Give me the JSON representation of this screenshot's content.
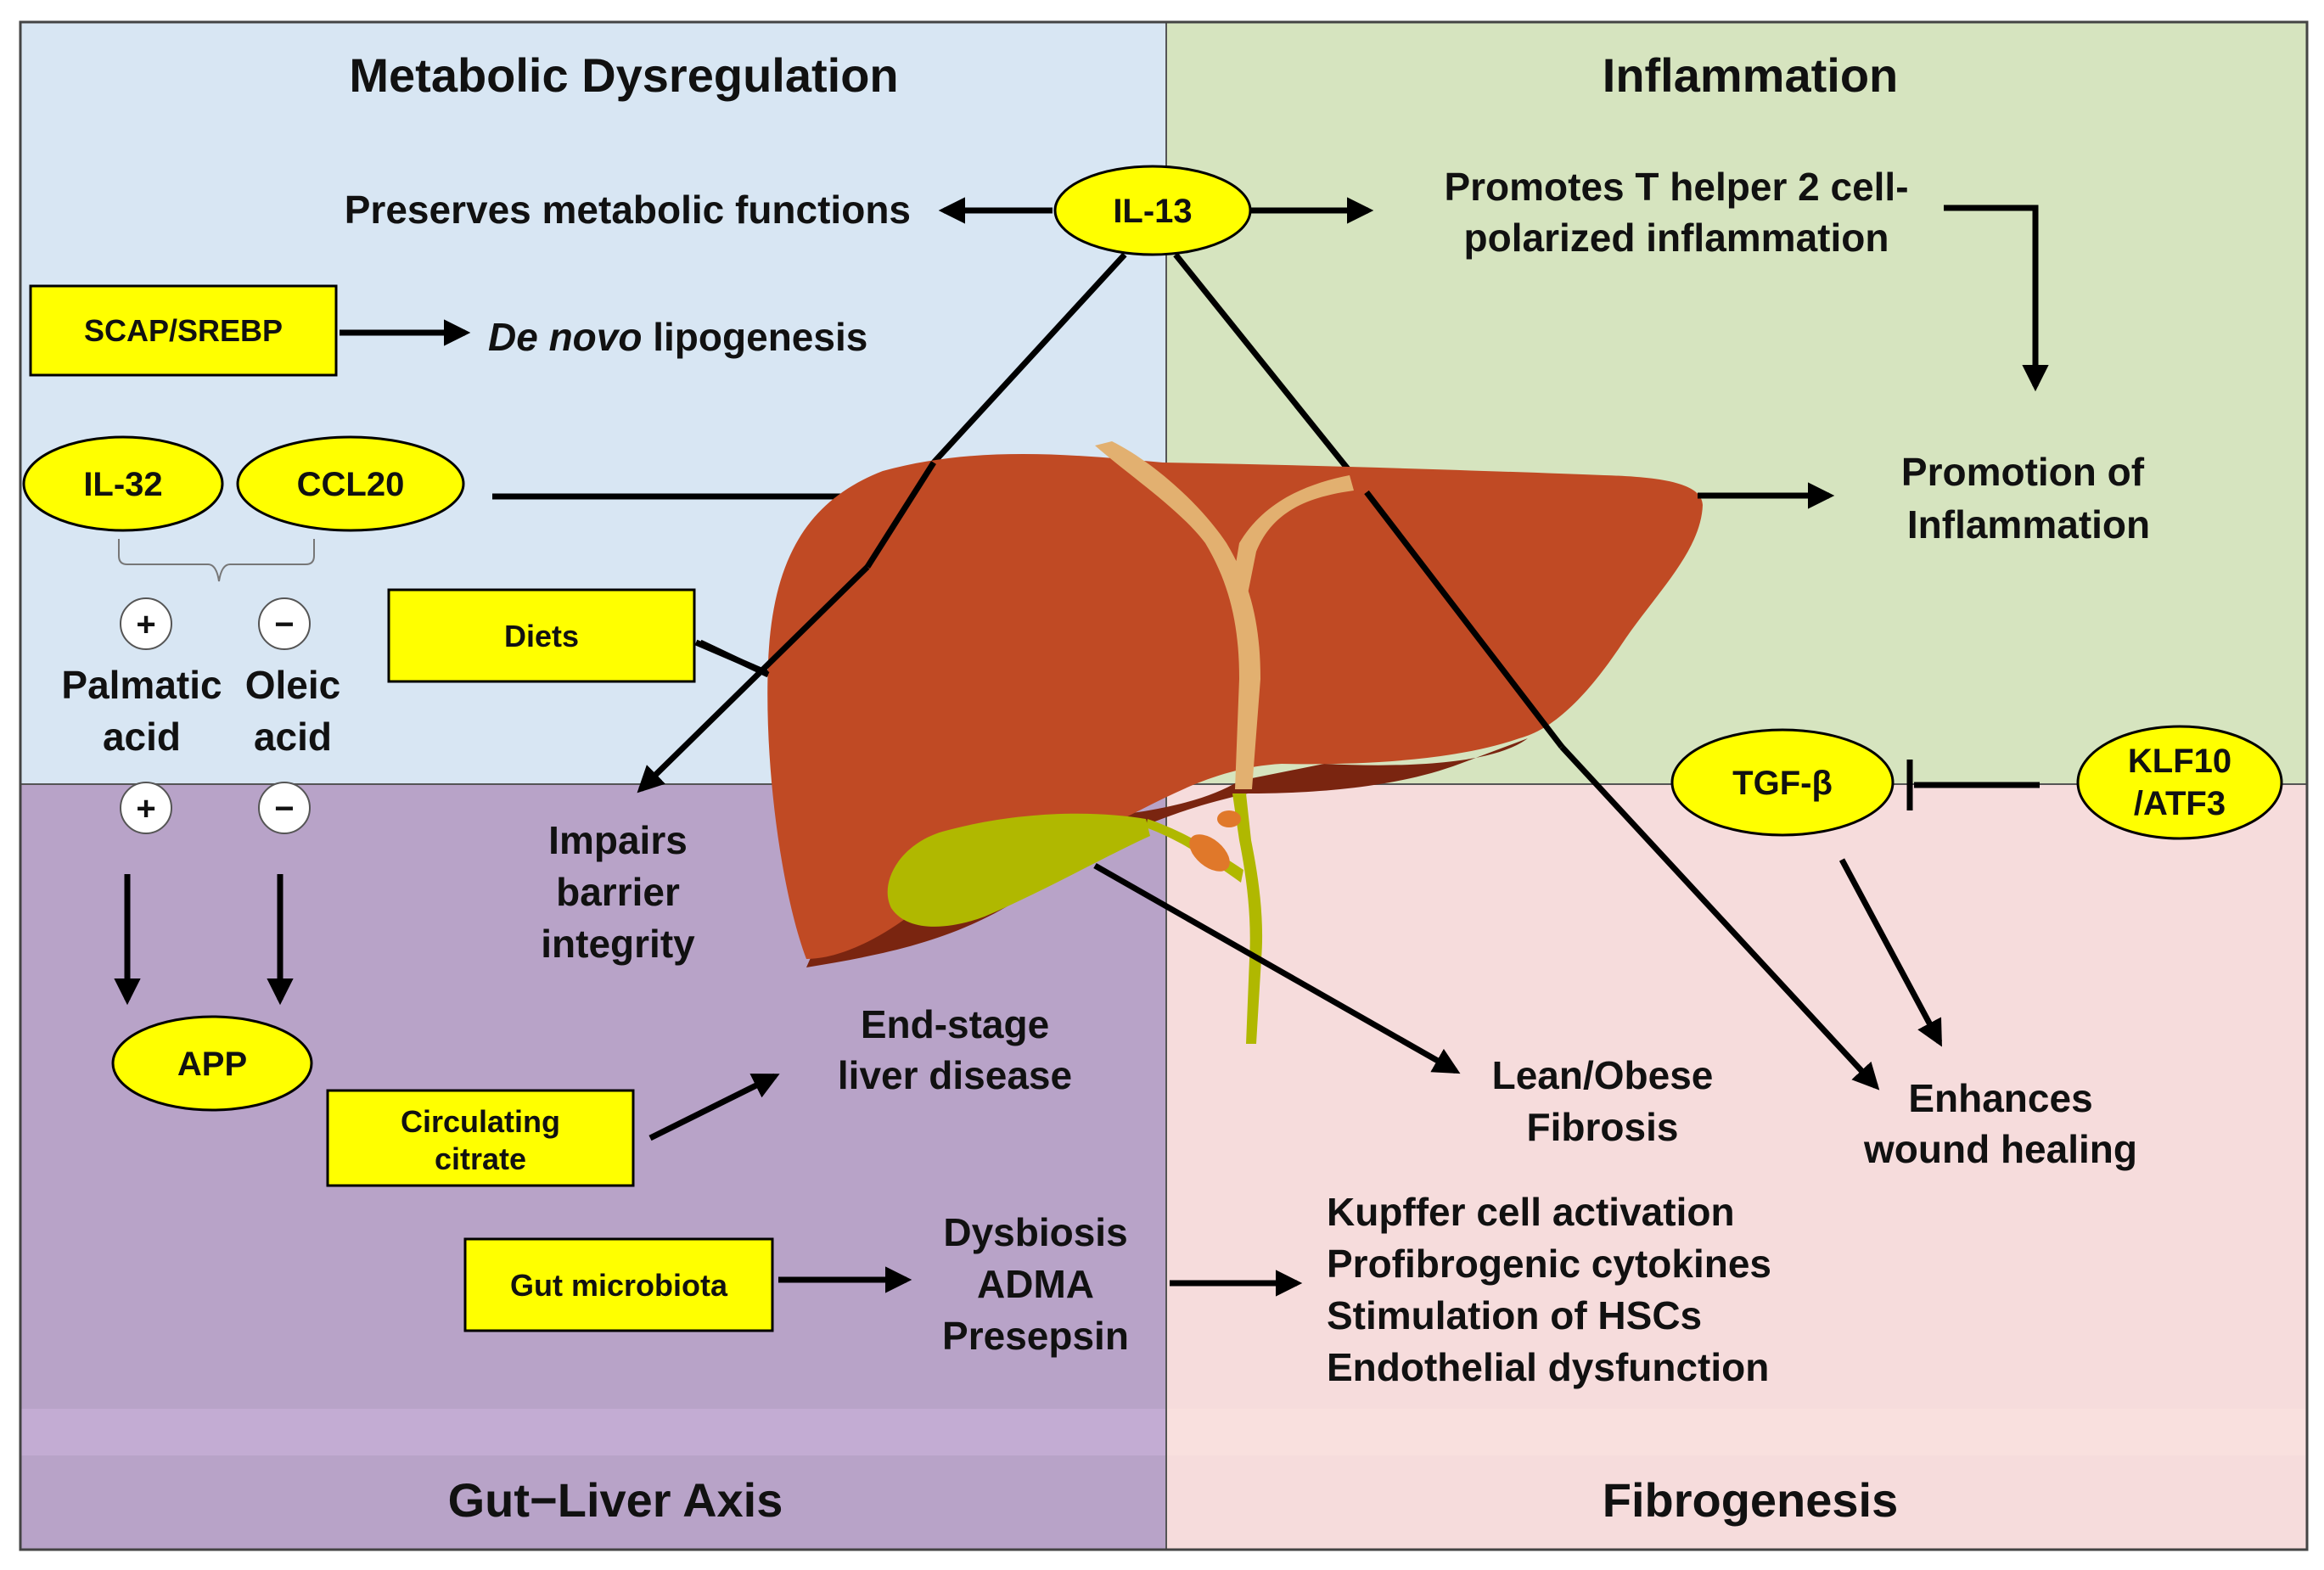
{
  "quadrants": {
    "metabolic": {
      "title": "Metabolic Dysregulation",
      "color": "#d8e6f3"
    },
    "inflammation": {
      "title": "Inflammation",
      "color": "#d6e4bf"
    },
    "gut": {
      "title": "Gut−Liver Axis",
      "color": "#b8a3c8",
      "footer_color": "#c3acd3"
    },
    "fibrogenesis": {
      "title": "Fibrogenesis",
      "color": "#f6dcdc",
      "footer_color": "#f9e0de"
    }
  },
  "colors": {
    "node_fill": "#ffff00",
    "liver": "#c04a24",
    "liver_shadow": "#7a2510",
    "gallbladder": "#b0b800",
    "vessel": "#e2b070"
  },
  "ovals": {
    "il13": "IL-13",
    "il32": "IL-32",
    "ccl20": "CCL20",
    "app": "APP",
    "tgfb": "TGF-β",
    "klf10_line1": "KLF10",
    "klf10_line2": "/ATF3"
  },
  "boxes": {
    "scap": "SCAP/SREBP",
    "diets": "Diets",
    "citrate_line1": "Circulating",
    "citrate_line2": "citrate",
    "gut_microbiota": "Gut microbiota"
  },
  "signs": {
    "plus": "+",
    "minus": "−"
  },
  "labels": {
    "preserves": "Preserves metabolic functions",
    "denovo_italic": "De novo",
    "denovo_rest": " lipogenesis",
    "th2_line1": "Promotes T helper 2 cell-",
    "th2_line2": "polarized inflammation",
    "promotion_line1": "Promotion of",
    "promotion_line2": "Inflammation",
    "palmatic_line1": "Palmatic",
    "palmatic_line2": "acid",
    "oleic_line1": "Oleic",
    "oleic_line2": "acid",
    "impairs_line1": "Impairs",
    "impairs_line2": "barrier",
    "impairs_line3": "integrity",
    "endstage_line1": "End-stage",
    "endstage_line2": "liver disease",
    "lean_line1": "Lean/Obese",
    "lean_line2": "Fibrosis",
    "wound_line1": "Enhances",
    "wound_line2": "wound healing",
    "dys_line1": "Dysbiosis",
    "dys_line2": "ADMA",
    "dys_line3": "Presepsin",
    "kupffer_line1": "Kupffer cell activation",
    "kupffer_line2": "Profibrogenic cytokines",
    "kupffer_line3": "Stimulation of HSCs",
    "kupffer_line4": "Endothelial dysfunction"
  }
}
